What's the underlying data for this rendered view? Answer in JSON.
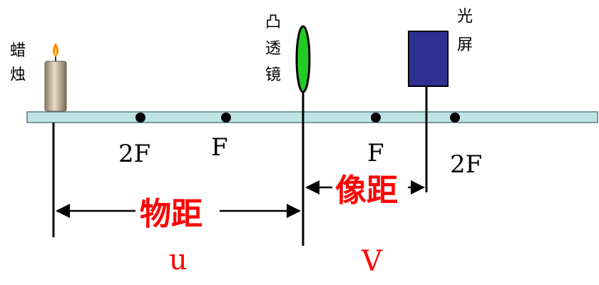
{
  "labels": {
    "candle": [
      "蜡",
      "烛"
    ],
    "lens": [
      "凸",
      "透",
      "镜"
    ],
    "screen": [
      "光",
      "屏"
    ]
  },
  "focal_points": {
    "left_2f": "2F",
    "left_f": "F",
    "right_f": "F",
    "right_2f": "2F"
  },
  "distances": {
    "object_distance": "物距",
    "image_distance": "像距",
    "object_symbol": "u",
    "image_symbol": "V"
  },
  "colors": {
    "bench": "#bfe4e6",
    "bench_border": "#5a7f82",
    "lens_fill": "#22cc22",
    "screen_fill": "#2e3192",
    "label_red": "#ff0000",
    "flame": "#ff8a00"
  }
}
